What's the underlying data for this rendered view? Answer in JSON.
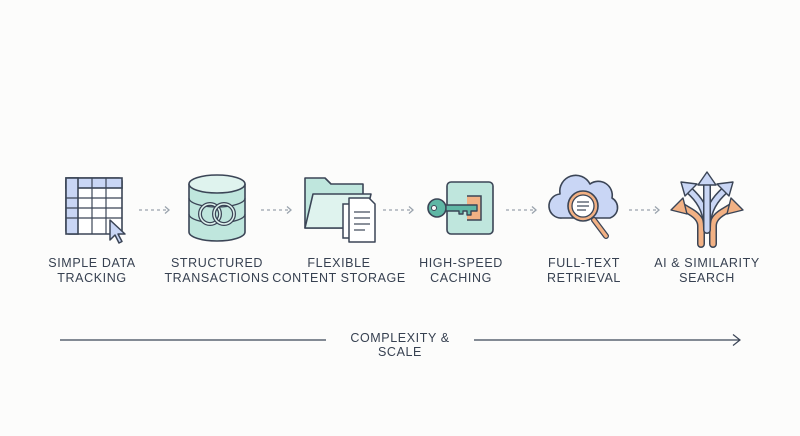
{
  "steps": [
    {
      "line1": "SIMPLE DATA",
      "line2": "TRACKING",
      "icon": "spreadsheet-cursor-icon"
    },
    {
      "line1": "STRUCTURED",
      "line2": "TRANSACTIONS",
      "icon": "database-rings-icon"
    },
    {
      "line1": "FLEXIBLE",
      "line2": "CONTENT STORAGE",
      "icon": "folder-documents-icon"
    },
    {
      "line1": "HIGH-SPEED",
      "line2": "CACHING",
      "icon": "key-lock-icon"
    },
    {
      "line1": "FULL-TEXT",
      "line2": "RETRIEVAL",
      "icon": "cloud-magnifier-icon"
    },
    {
      "line1": "AI & SIMILARITY",
      "line2": "SEARCH",
      "icon": "branching-arrows-icon"
    }
  ],
  "axis": {
    "label": "COMPLEXITY & SCALE"
  },
  "colors": {
    "outline": "#3b4556",
    "blue": "#c9d6f5",
    "teal": "#bfe6dd",
    "orange": "#f2b184",
    "connector": "#9aa3ad"
  }
}
